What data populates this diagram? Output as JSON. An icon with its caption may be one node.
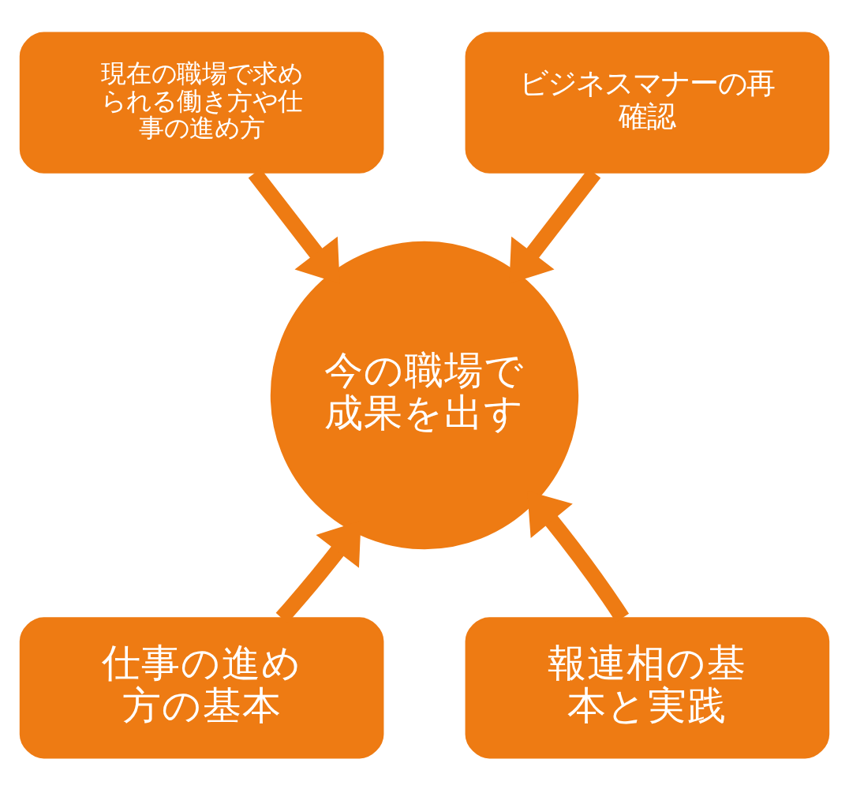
{
  "diagram": {
    "nodes": [
      {
        "text": [
          "現在の職場で求められる働き方や仕事の進め方"
        ]
      },
      {
        "text": [
          "ビジネスマナーの再確認"
        ]
      },
      {
        "text": [
          "今の職場で成果を出す"
        ]
      },
      {
        "text": [
          "仕事の進め方の基本"
        ]
      },
      {
        "text": [
          "報連相の基本と実践"
        ]
      }
    ],
    "edges": [
      {
        "from": 0,
        "to": 2,
        "arrow": "to"
      },
      {
        "from": 1,
        "to": 2,
        "arrow": "to"
      },
      {
        "from": 3,
        "to": 2,
        "arrow": "to"
      },
      {
        "from": 4,
        "to": 2,
        "arrow": "to"
      }
    ]
  }
}
